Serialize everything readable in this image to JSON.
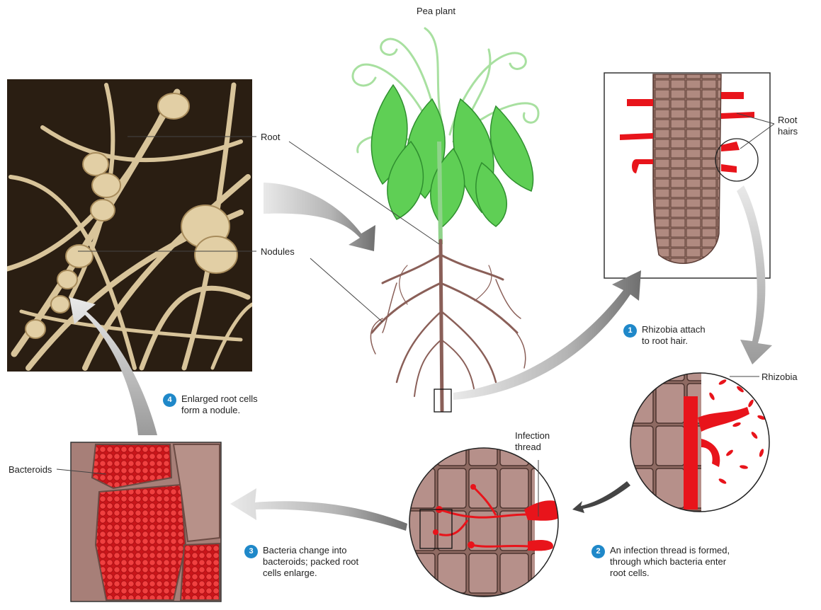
{
  "labels": {
    "pea_plant": "Pea plant",
    "root": "Root",
    "nodules": "Nodules",
    "root_hairs": [
      "Root",
      "hairs"
    ],
    "rhizobia": "Rhizobia",
    "infection_thread": [
      "Infection",
      "thread"
    ],
    "bacteroids": "Bacteroids"
  },
  "steps": [
    {
      "num": "1",
      "lines": [
        "Rhizobia attach",
        "to root hair."
      ]
    },
    {
      "num": "2",
      "lines": [
        "An infection thread is formed,",
        "through which bacteria enter",
        "root cells."
      ]
    },
    {
      "num": "3",
      "lines": [
        "Bacteria change into",
        "bacteroids; packed root",
        "cells enlarge."
      ]
    },
    {
      "num": "4",
      "lines": [
        "Enlarged root cells",
        "form a nodule."
      ]
    }
  ],
  "colors": {
    "step_badge": "#1f88c9",
    "bacteria_red": "#e8141b",
    "root_brown": "#9b7368",
    "leaf_green": "#5fcf55",
    "arrow_gray": "#a8a8a8"
  }
}
